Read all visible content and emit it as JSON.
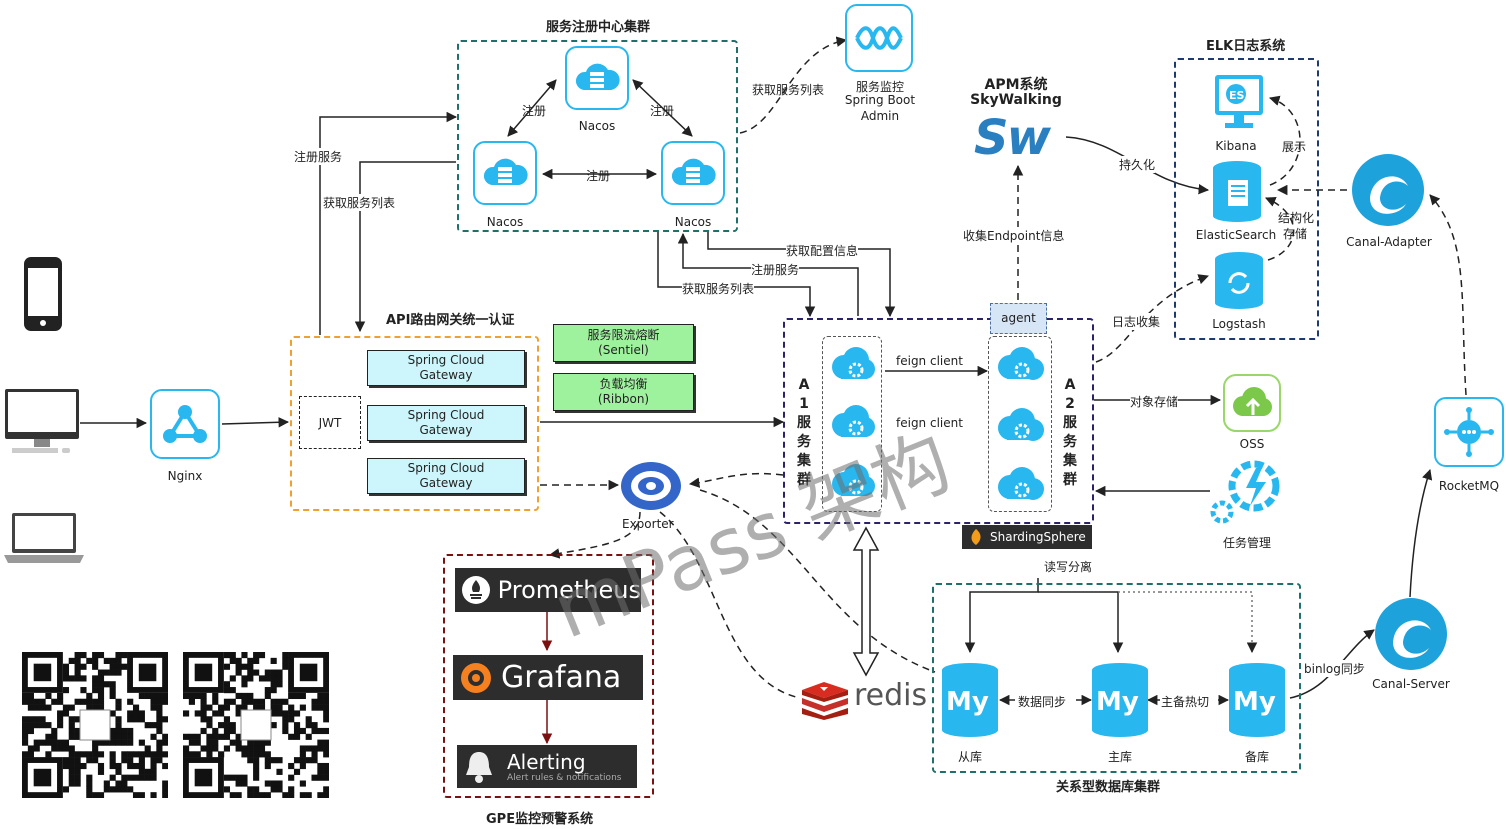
{
  "colors": {
    "accent_blue": "#28b7ee",
    "teal": "#1f6f6a",
    "navy": "#1f3a6e",
    "orange": "#f0a030",
    "darkred": "#7a1010",
    "purple": "#2b2268",
    "green": "#9ef29e",
    "light_cyan": "#ccf6fb"
  },
  "registry": {
    "title": "服务注册中心集群",
    "nacos_top": "Nacos",
    "nacos_left": "Nacos",
    "nacos_right": "Nacos",
    "reg_left": "注册",
    "reg_right": "注册",
    "reg_mid": "注册"
  },
  "monitor": {
    "line1": "服务监控",
    "line2": "Spring Boot",
    "line3": "Admin"
  },
  "apm": {
    "line1": "APM系统",
    "line2": "SkyWalking",
    "logo": "Sw"
  },
  "elk": {
    "title": "ELK日志系统",
    "kibana": "Kibana",
    "es": "ElasticSearch",
    "logstash": "Logstash",
    "display": "展示",
    "structured1": "结构化",
    "structured2": "存储"
  },
  "devices": {
    "phone": "phone-icon",
    "desktop": "desktop-icon",
    "laptop": "laptop-icon"
  },
  "nginx": {
    "label": "Nginx"
  },
  "gateway": {
    "title": "API路由网关统一认证",
    "jwt": "JWT",
    "sc1a": "Spring Cloud",
    "sc1b": "Gateway",
    "sc2a": "Spring Cloud",
    "sc2b": "Gateway",
    "sc3a": "Spring Cloud",
    "sc3b": "Gateway"
  },
  "sentinel": {
    "a": "服务限流熔断",
    "b": "(Sentiel)"
  },
  "ribbon": {
    "a": "负载均衡",
    "b": "(Ribbon)"
  },
  "labels": {
    "register_service": "注册服务",
    "get_service_list_gw": "获取服务列表",
    "get_service_list_admin": "获取服务列表",
    "get_config": "获取配置信息",
    "register_service2": "注册服务",
    "get_service_list2": "获取服务列表",
    "collect_endpoint": "收集Endpoint信息",
    "persist": "持久化",
    "log_collect": "日志收集",
    "object_storage": "对象存储",
    "rw_split": "读写分离",
    "binlog_sync": "binlog同步",
    "feign_top": "feign client",
    "feign_mid": "feign client"
  },
  "cluster": {
    "a1": "A1服务集群",
    "a2": "A2服务集群",
    "agent": "agent"
  },
  "oss": {
    "label": "OSS"
  },
  "task": {
    "label": "任务管理"
  },
  "sharding": {
    "label": "ShardingSphere"
  },
  "exporter": {
    "label": "Exporter"
  },
  "redis": {
    "label": "redis"
  },
  "gpe": {
    "title": "GPE监控预警系统",
    "prometheus": "Prometheus",
    "grafana": "Grafana",
    "alerting": "Alerting",
    "alerting_sub": "Alert rules & notifications"
  },
  "db": {
    "title": "关系型数据库集群",
    "slave": "从库",
    "master": "主库",
    "standby": "备库",
    "data_sync": "数据同步",
    "hot_switch": "主备热切",
    "my": "My"
  },
  "canal": {
    "adapter": "Canal-Adapter",
    "server": "Canal-Server"
  },
  "mq": {
    "label": "RocketMQ"
  },
  "watermark": {
    "text": "mPass 架构"
  }
}
